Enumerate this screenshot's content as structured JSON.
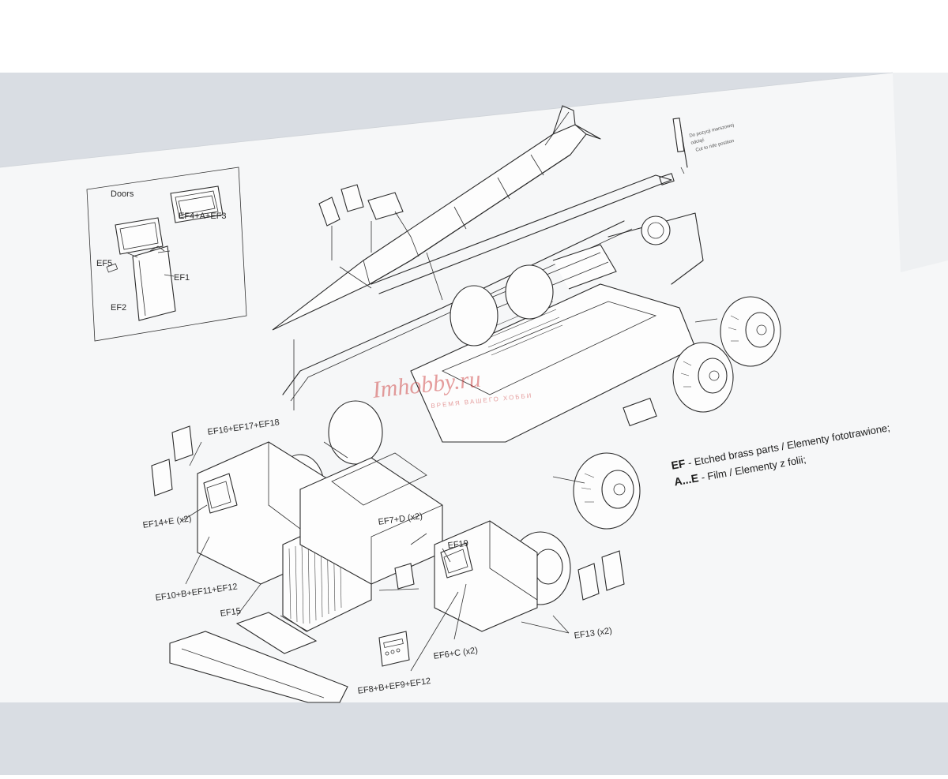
{
  "doors_box": {
    "title": "Doors",
    "labels": [
      "EF4+A+EF3",
      "EF5",
      "EF1",
      "EF2"
    ]
  },
  "note": {
    "lines": [
      "Do pozycji marszowej",
      "odciąć",
      "Cut to ride position"
    ]
  },
  "labels": {
    "ef16": "EF16+EF17+EF18",
    "ef14": "EF14+E (x2)",
    "ef10": "EF10+B+EF11+EF12",
    "ef15": "EF15",
    "ef7": "EF7+D (x2)",
    "ef19": "EF19",
    "ef6": "EF6+C (x2)",
    "ef8": "EF8+B+EF9+EF12",
    "ef13": "EF13 (x2)"
  },
  "legend": {
    "ef_key": "EF",
    "ef_text": " - Etched brass parts / Elementy fototrawione;",
    "ae_key": "A...E",
    "ae_text": " - Film / Elementy z folii;"
  },
  "watermark": {
    "text": "Imhobby.ru",
    "sub": "ВРЕМЯ ВАШЕГО ХОББИ"
  },
  "colors": {
    "background": "#d9dde3",
    "paper": "#f7f7f7",
    "ink": "#2b2b2b",
    "watermark": "#c82828"
  }
}
